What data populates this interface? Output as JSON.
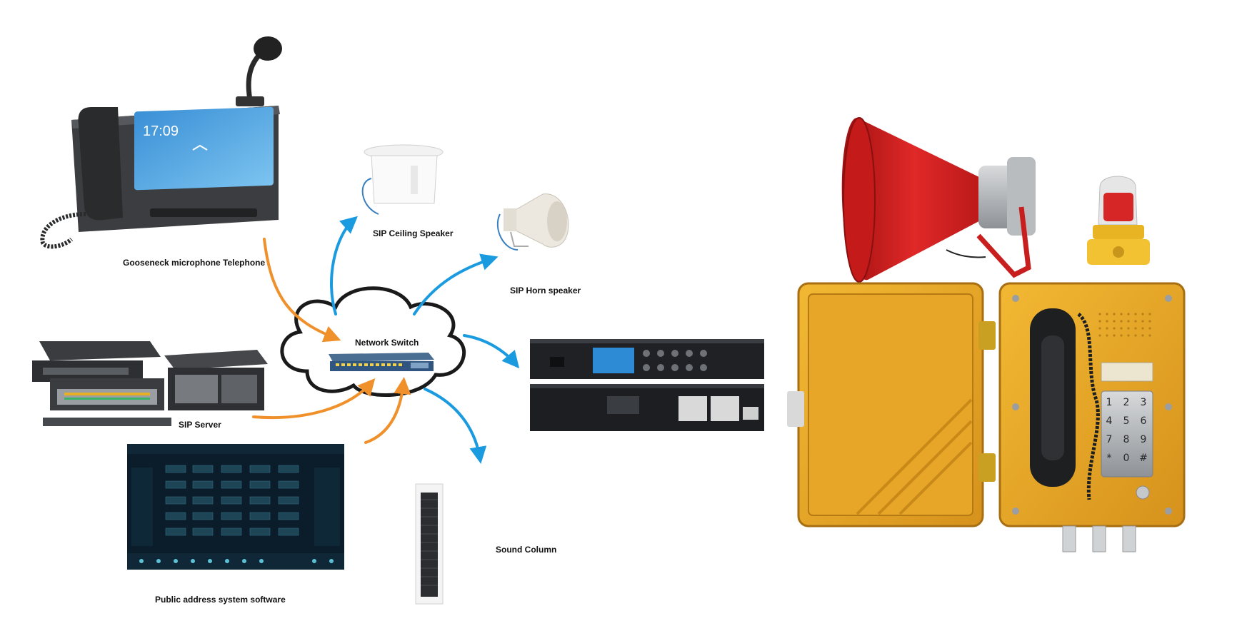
{
  "labels": {
    "gooseneck": "Gooseneck microphone Telephone",
    "ceiling": "SIP Ceiling Speaker",
    "horn": "SIP Horn speaker",
    "switch": "Network Switch",
    "server": "SIP Server",
    "software": "Public address system software",
    "column": "Sound Column"
  },
  "phone_screen": {
    "time": "17:09"
  },
  "keypad": [
    "1",
    "2",
    "3",
    "4",
    "5",
    "6",
    "7",
    "8",
    "9",
    "*",
    "0",
    "#"
  ],
  "colors": {
    "orange_arrow": "#f0902a",
    "blue_arrow": "#1a9be0",
    "housing_yellow": "#e8a92a",
    "horn_red": "#d62020"
  },
  "connections": [
    {
      "from": "gooseneck",
      "to": "switch",
      "color": "orange"
    },
    {
      "from": "server",
      "to": "switch",
      "color": "orange"
    },
    {
      "from": "software",
      "to": "switch",
      "color": "orange"
    },
    {
      "from": "switch",
      "to": "ceiling",
      "color": "blue"
    },
    {
      "from": "switch",
      "to": "horn",
      "color": "blue"
    },
    {
      "from": "switch",
      "to": "amplifier",
      "color": "blue"
    },
    {
      "from": "switch",
      "to": "column",
      "color": "blue"
    }
  ]
}
